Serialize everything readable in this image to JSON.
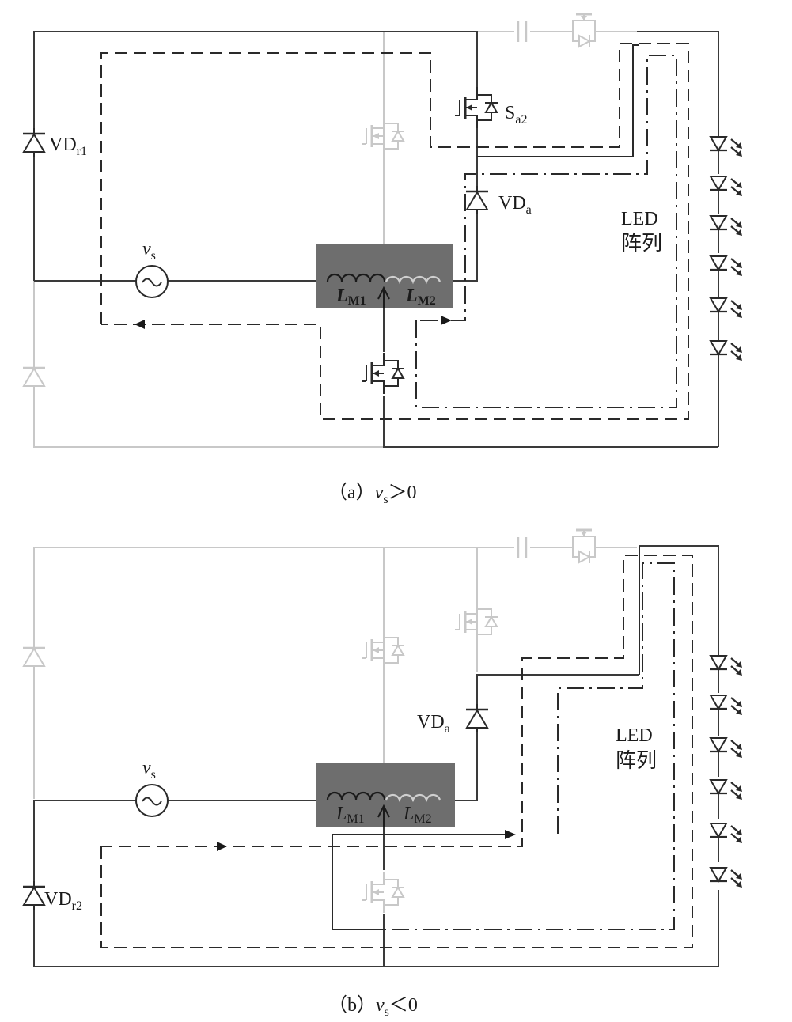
{
  "panel_a": {
    "caption": {
      "prefix": "（a）",
      "var": "v",
      "sub": "s",
      "relation": "＞0"
    },
    "source": {
      "var": "v",
      "sub": "s",
      "symbol": "~"
    },
    "switch_label": {
      "main": "S",
      "sub": "a2"
    },
    "diode_r": {
      "main": "VD",
      "sub": "r1"
    },
    "diode_a": {
      "main": "VD",
      "sub": "a"
    },
    "inductor_1": {
      "main": "L",
      "sub": "M1"
    },
    "inductor_2": {
      "main": "L",
      "sub": "M2"
    },
    "led_label": {
      "line1": "LED",
      "line2": "阵列"
    }
  },
  "panel_b": {
    "caption": {
      "prefix": "（b）",
      "var": "v",
      "sub": "s",
      "relation": "＜0"
    },
    "source": {
      "var": "v",
      "sub": "s",
      "symbol": "~"
    },
    "diode_r": {
      "main": "VD",
      "sub": "r2"
    },
    "diode_a": {
      "main": "VD",
      "sub": "a"
    },
    "inductor_1": {
      "main": "L",
      "sub": "M1"
    },
    "inductor_2": {
      "main": "L",
      "sub": "M2"
    },
    "led_label": {
      "line1": "LED",
      "line2": "阵列"
    }
  },
  "colors": {
    "active_wire": "#3a3a3a",
    "inactive_wire": "#c8c8c8",
    "inductor_box": "#6e6e6e"
  },
  "icons": {
    "led": "led-icon",
    "diode": "diode-icon",
    "mosfet": "mosfet-icon",
    "capacitor": "capacitor-icon",
    "source": "ac-source-icon"
  }
}
